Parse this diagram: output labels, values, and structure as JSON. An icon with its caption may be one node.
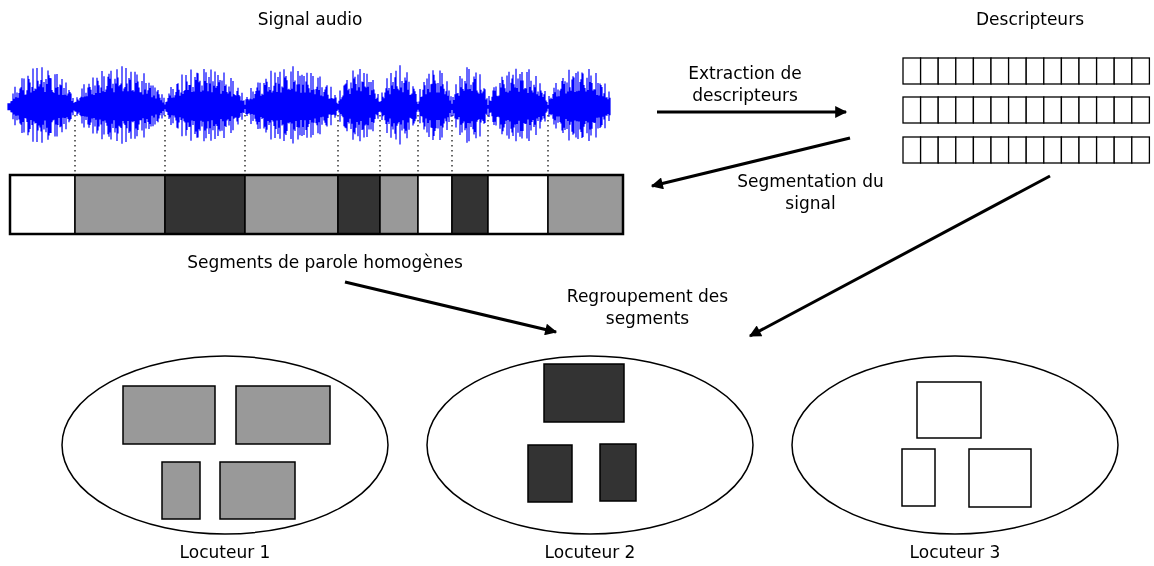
{
  "diagram": {
    "nodes": [
      {
        "text": [
          "Signal audio"
        ]
      },
      {
        "text": [
          "Descripteurs"
        ]
      },
      {
        "text": [],
        "shape": "bar",
        "beside": [
          "Segments de parole homogènes"
        ]
      },
      {
        "text": [
          "Regroupement des segments"
        ]
      },
      {
        "text": [
          "Locuteur 1"
        ]
      },
      {
        "text": [
          "Locuteur 2"
        ]
      },
      {
        "text": [
          "Locuteur 3"
        ]
      }
    ],
    "edges": [
      {
        "from": 0,
        "to": 1,
        "arrow": "to",
        "label": "Extraction de descripteurs"
      },
      {
        "from": 1,
        "to": 2,
        "arrow": "to",
        "label": "Segmentation du signal"
      },
      {
        "from": 2,
        "to": 3,
        "arrow": "to"
      },
      {
        "from": 1,
        "to": 3,
        "arrow": "to"
      }
    ]
  }
}
